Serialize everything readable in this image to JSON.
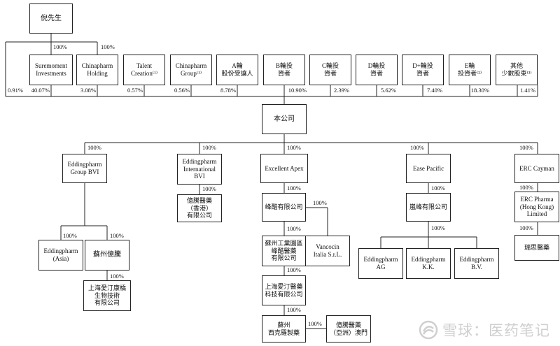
{
  "top": {
    "owner": "倪先生",
    "owner_to_sure": "100%",
    "owner_to_china": "100%"
  },
  "shareholders": [
    {
      "name": "Suremoment\nInvestments",
      "pct": "40.07%"
    },
    {
      "name": "Chinapharm\nHolding",
      "pct": "3.08%"
    },
    {
      "name": "Talent\nCreation⁽¹⁾",
      "pct": "0.57%"
    },
    {
      "name": "Chinapharm\nGroup⁽¹⁾",
      "pct": "0.56%"
    },
    {
      "name": "A輪\n股份受讓人",
      "pct": "8.78%"
    },
    {
      "name": "B輪投\n資者",
      "pct": "10.90%"
    },
    {
      "name": "C輪投\n資者",
      "pct": "2.39%"
    },
    {
      "name": "D輪投\n資者",
      "pct": "5.62%"
    },
    {
      "name": "D+輪投\n資者",
      "pct": "7.40%"
    },
    {
      "name": "E輪\n投資者⁽²⁾",
      "pct": "18.30%"
    },
    {
      "name": "其他\n少數股東⁽³⁾",
      "pct": "1.41%"
    }
  ],
  "owner_direct_pct": "0.91%",
  "company": "本公司",
  "subs": {
    "group_bvi": {
      "name": "Eddingpharm\nGroup BVI",
      "pct": "100%"
    },
    "intl_bvi": {
      "name": "Eddingpharm\nInternational\nBVI",
      "pct": "100%"
    },
    "apex": {
      "name": "Excellent Apex",
      "pct": "100%"
    },
    "ease": {
      "name": "Ease Pacific",
      "pct": "100%"
    },
    "cayman": {
      "name": "ERC Cayman",
      "pct": "100%"
    }
  },
  "group_children": {
    "asia": {
      "name": "Eddingpharm\n(Asia)",
      "pct": "100%"
    },
    "suzhou": {
      "name": "蘇州億騰",
      "pct": "100%"
    },
    "shanghai": {
      "name": "上海愛汀康橋\n生物技術\n有限公司",
      "pct": "100%"
    }
  },
  "intl_child": {
    "name": "億騰醫藥\n（香港）\n有限公司",
    "pct": "100%"
  },
  "apex_chain": {
    "fengku": {
      "name": "峰酷有限公司",
      "pct": "100%"
    },
    "vancocin": {
      "name": "Vancocin\nItalia S.r.L.",
      "pct": "100%"
    },
    "suzhou_ind": {
      "name": "蘇州工業園區\n峰酷醫藥\n有限公司",
      "pct": "100%"
    },
    "shanghai_tech": {
      "name": "上海愛汀醫藥\n科技有限公司",
      "pct": "100%"
    },
    "xike": {
      "name": "蘇州\n西克羅製藥",
      "pct": "100%"
    },
    "macau": {
      "name": "億騰醫藥\n（亞洲）澳門",
      "pct": "100%"
    }
  },
  "ease_chain": {
    "lanfeng": {
      "name": "嵐峰有限公司",
      "pct": "100%"
    },
    "ag": {
      "name": "Eddingpharm\nAG",
      "pct": "100%"
    },
    "kk": {
      "name": "Eddingpharm\nK.K.",
      "pct": "100%"
    },
    "bv": {
      "name": "Eddingpharm\nB.V.",
      "pct": "100%"
    }
  },
  "cayman_chain": {
    "erc_hk": {
      "name": "ERC Pharma\n(Hong Kong)\nLimited",
      "pct": "100%"
    },
    "ruisi": {
      "name": "瑞思醫藥",
      "pct": "100%"
    }
  },
  "watermark": "雪球：医药笔记"
}
